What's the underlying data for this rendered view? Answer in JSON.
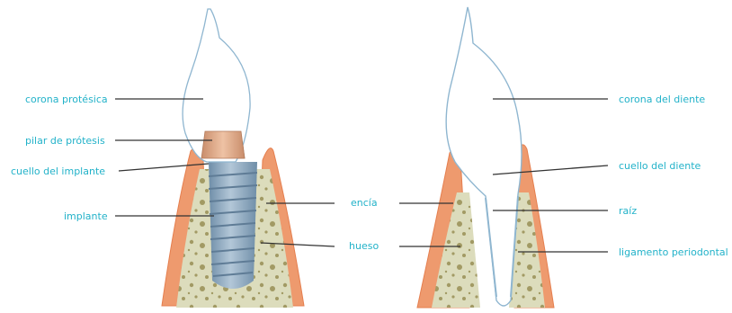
{
  "colors": {
    "label": "#22b2c9",
    "gum": "#ee9a6e",
    "gum_edge": "#e57f4f",
    "bone": "#dcdcbc",
    "bone_spots": "#a29a64",
    "tooth_outline": "#8fb6d0",
    "abutment": "#d8a283",
    "implant": "#8aa7c0"
  },
  "labels": {
    "corona_protesica": "corona protésica",
    "pilar": "pilar de prótesis",
    "cuello_implante": "cuello del implante",
    "implante": "implante",
    "encia": "encía",
    "hueso": "hueso",
    "corona_diente": "corona del diente",
    "cuello_diente": "cuello del diente",
    "raiz": "raíz",
    "ligamento": "ligamento periodontal"
  }
}
